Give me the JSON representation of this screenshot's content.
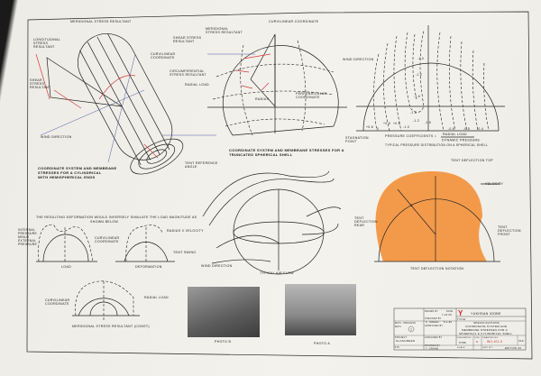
{
  "cylinder": {
    "meridional": "MERIDIONAL STRESS RESULTANT",
    "longitudinal": [
      "LONGITUDINAL",
      "STRESS",
      "RESULTANT"
    ],
    "shear": [
      "SHEAR",
      "STRESS",
      "RESULTANT"
    ],
    "curvilinear": [
      "CURVILINEAR",
      "COORDINATE"
    ],
    "wind": "WIND DIRECTION",
    "reference": [
      "TENT REFERENCE",
      "ANGLE"
    ],
    "caption": [
      "COORDINATE SYSTEM AND MEMBRANE",
      "STRESSES FOR A CYLINDRICAL",
      "WITH HEMISPHERICAL ENDS"
    ]
  },
  "sphere": {
    "meridional": [
      "MERIDIONAL",
      "STRESS RESULTANT"
    ],
    "shear": [
      "SHEAR STRESS",
      "RESULTANT"
    ],
    "circumferential": [
      "CIRCUMFERENTIAL",
      "STRESS RESULTANT"
    ],
    "radial": "RADIAL LOAD",
    "curvilinear": "CURVILINEAR COORDINATE",
    "radius": "RADIUS",
    "perpendicular": [
      "PERPENDICULAR",
      "COORDINATE"
    ],
    "caption": [
      "COORDINATE SYSTEM AND MEMBRANE STRESSES FOR A",
      "TRUNCATED SPHERICAL SHELL"
    ]
  },
  "pressure": {
    "wind": "WIND DIRECTION",
    "stagnation": [
      "STAGNATION",
      "POINT"
    ],
    "formula_label": "PRESSURE COEFFICIENTS =",
    "numerator": "RADIAL LOAD",
    "denominator": "DYNAMIC PRESSURE",
    "caption": "TYPICAL PRESSURE DISTRIBUTION ON A SPHERICAL SHELL",
    "contour_values": [
      "-1.0",
      "-1.2",
      "-1.6",
      "-1.6",
      "+0.8",
      "0",
      "+0.8",
      "+0.8",
      "-1.0",
      "-1.2",
      "-1.5",
      "-0.6",
      "-0.5",
      "-0.4"
    ]
  },
  "deflection": {
    "top": "TENT DEFLECTION TOP",
    "velocity": "VELOCITY",
    "rear": [
      "TENT",
      "DEFLECTION",
      "REAR"
    ],
    "front": [
      "TENT",
      "DEFLECTION",
      "FRONT"
    ],
    "r": "R",
    "caption": "TENT DEFLECTION NOTATION",
    "fill_color": "#f39a4a"
  },
  "airflow": {
    "caption": "TYPICAL AIR FLOW",
    "wind": "WIND DIRECTION"
  },
  "deformation": {
    "intro": [
      "THE RESULTING DEFORMATION WOULD INVERSELY SIMULATE THE LOAD MAGNITUDE AS",
      "SHOWN BELOW"
    ],
    "pressure": [
      "INTERNAL",
      "PRESSURE",
      "MINUS",
      "EXTERNAL",
      "PRESSURE"
    ],
    "curvilinear": [
      "CURVILINEAR",
      "COORDINATE"
    ],
    "radius_velocity": "RADIUS X VELOCITY",
    "swing": "TENT SWING",
    "load": "LOAD",
    "deformation": "DEFORMATION"
  },
  "meridional": {
    "curvilinear": [
      "CURVILINEAR",
      "COORDINATE"
    ],
    "radial": "RADIAL LOAD",
    "caption": "MERIDIONAL STRESS RESULTANT (CONST)"
  },
  "photos": {
    "b": "PHOTO B",
    "a": "PHOTO A"
  },
  "title_block": {
    "company": "YUKHSAN IGOBE",
    "logo": "Y",
    "title_label": "TITLE:",
    "title": [
      "SPECIFICATIONS",
      "COORDINATE SYSTEM AND",
      "MEMBRANE STRESSES FOR A",
      "SPHERICAL & CYLINDRICAL SHELL"
    ],
    "drawn_by": "DRAWN BY",
    "date": "DATE",
    "drawn_date": "7-23-66",
    "checked_by": "CHECKED BY",
    "checker": "S. GREEN",
    "checked_date": "8-1-66",
    "approved_by": "APPROVED BY",
    "assigned_by": "ASSIGNED BY",
    "printed_by": "PRINTED BY",
    "printer": "T. GRAHE",
    "matl_process": "MATL. PROCESS",
    "matl": "MATL",
    "matl_value": "3",
    "project": "PROJECT",
    "project_value": "GLASGREEN",
    "fin": "FIN",
    "code": "CODE IDENT NO",
    "code_value": "5788",
    "size": "SIZE",
    "size_value": "D",
    "drawing_no_label": "DRAWING NO.",
    "drawing_no": "WO-101-5",
    "sheet": "316",
    "scale": "SCALE",
    "unit_wt": "UNIT WT.",
    "edition": "EDITION 00"
  }
}
